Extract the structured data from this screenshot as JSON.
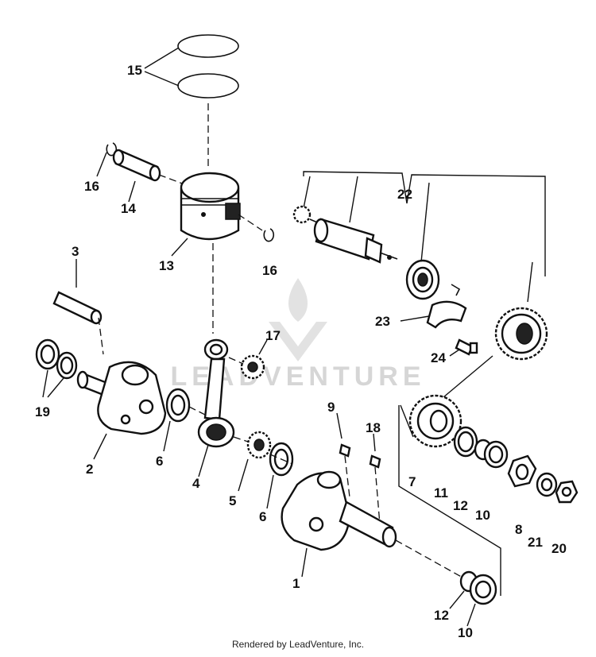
{
  "watermark": {
    "text": "LEADVENTURE"
  },
  "footer": {
    "text": "Rendered by LeadVenture, Inc."
  },
  "callouts": {
    "c15": "15",
    "c16a": "16",
    "c14": "14",
    "c13": "13",
    "c16b": "16",
    "c22": "22",
    "c3": "3",
    "c17": "17",
    "c23": "23",
    "c24": "24",
    "c19": "19",
    "c2": "2",
    "c6a": "6",
    "c4": "4",
    "c9": "9",
    "c18": "18",
    "c5": "5",
    "c6b": "6",
    "c7": "7",
    "c11": "11",
    "c12a": "12",
    "c10a": "10",
    "c8": "8",
    "c21": "21",
    "c20": "20",
    "c1": "1",
    "c12b": "12",
    "c10b": "10"
  }
}
